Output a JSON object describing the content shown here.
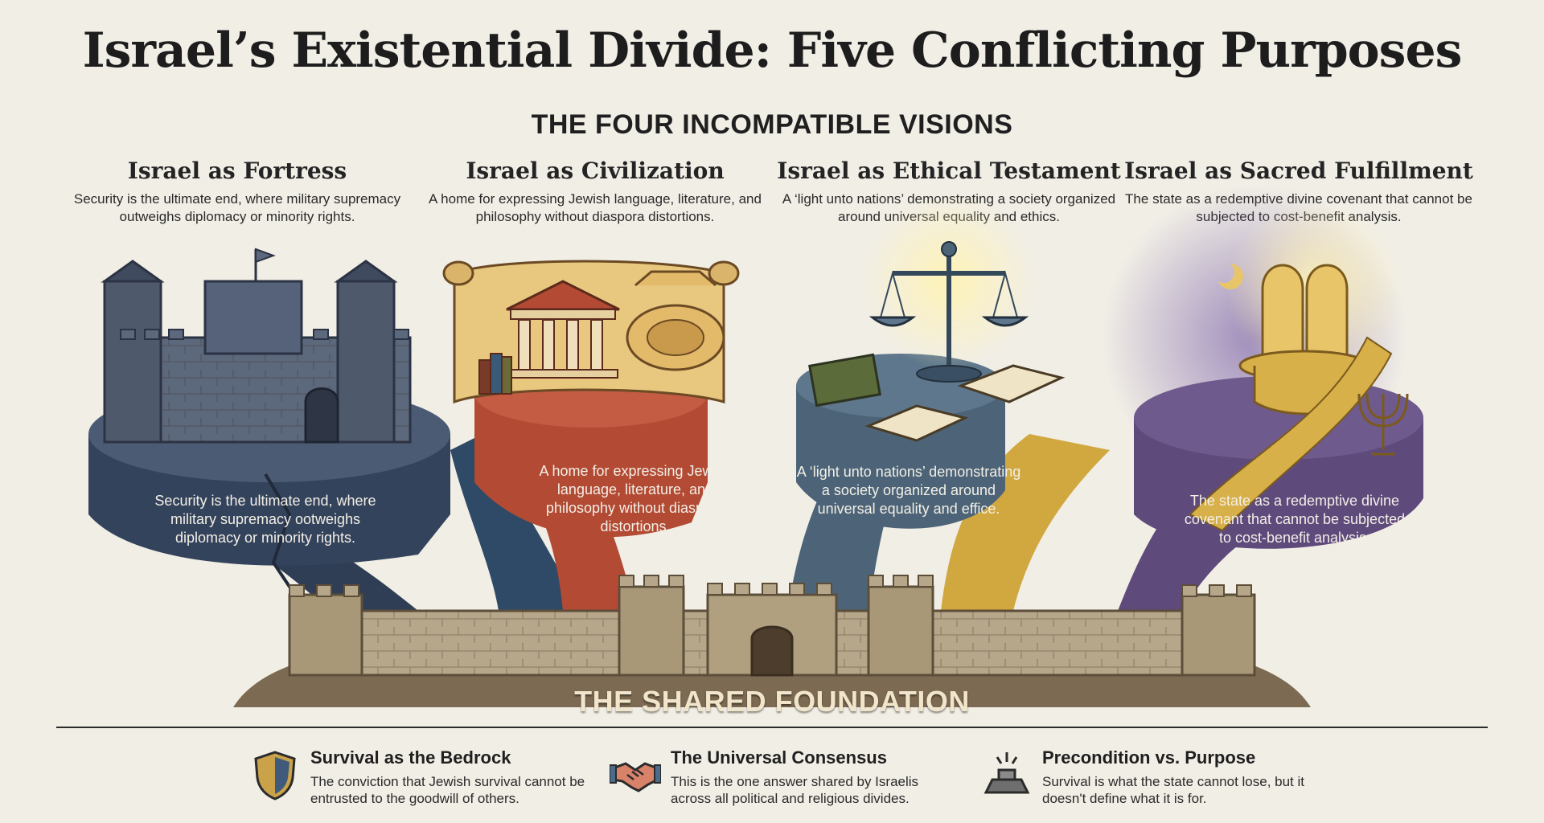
{
  "title": "Israel’s Existential Divide: Five Conflicting Purposes",
  "subtitle": "THE FOUR INCOMPATIBLE VISIONS",
  "visions": [
    {
      "title": "Israel as Fortress",
      "description": "Security is the ultimate end, where military supremacy outweighs diplomacy or minority rights.",
      "pedestal_text": "Security is the ultimate end, where military supremacy ootweighs diplomacy or minority rights.",
      "color": "#3a4a63"
    },
    {
      "title": "Israel as Civilization",
      "description": "A home for expressing Jewish language, literature, and philosophy without diaspora distortions.",
      "pedestal_text": "A home for expressing Jewish language, literature, and philosophy without diaspora distortions.",
      "color": "#b24a34"
    },
    {
      "title": "Israel as Ethical Testament",
      "description": "A ‘light unto nations’ demonstrating a society organized around universal equality and ethics.",
      "pedestal_text": "A ‘light unto nations’ demonstrating a society organized around universal equality and effice.",
      "color": "#4d6478"
    },
    {
      "title": "Israel as Sacred Fulfillment",
      "description": "The state as a redemptive divine covenant that cannot be subjected to cost-benefit analysis.",
      "pedestal_text": "The state as a redemptive divine covenant that cannot be subjected to cost-benefit analysis.",
      "color": "#5f4a7c"
    }
  ],
  "foundation_label": "THE SHARED FOUNDATION",
  "points": [
    {
      "title": "Survival as the Bedrock",
      "description": "The conviction that Jewish survival cannot be entrusted to the goodwill of others.",
      "icon": "shield-icon"
    },
    {
      "title": "The Universal Consensus",
      "description": "This is the one answer shared by Israelis across all political and religious divides.",
      "icon": "handshake-icon"
    },
    {
      "title": "Precondition vs. Purpose",
      "description": "Survival is what the state cannot lose, but it doesn't define what it is for.",
      "icon": "pedestal-icon"
    }
  ],
  "colors": {
    "background": "#f1eee6",
    "stone": "#b6a68a",
    "gold": "#d8b049"
  }
}
